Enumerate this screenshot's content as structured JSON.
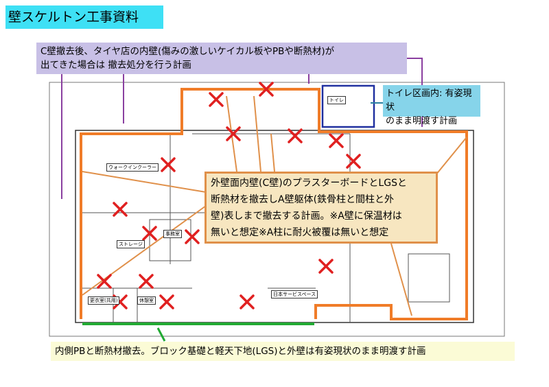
{
  "title": "壁スケルトン工事資料",
  "callouts": {
    "inner_wall_line1": "C壁撤去後、タイヤ店の内壁(傷みの激しいケイカル板やPBや断熱材)が",
    "inner_wall_line2": "出てきた場合は 撤去処分を行う計画",
    "toilet_line1": "トイレ区画内: 有姿現状",
    "toilet_line2": "のまま明渡す計画",
    "main_line1": "外壁面内壁(C壁)のプラスターボードとLGSと",
    "main_line2": "断熱材を撤去しA壁躯体(鉄骨柱と間柱と外",
    "main_line3": "壁)表しまで撤去する計画。※A壁に保温材は",
    "main_line4": "無いと想定※A柱に耐火被覆は無いと想定",
    "bottom": "内側PBと断熱材撤去。ブロック基礎と軽天下地(LGS)と外壁は有姿現状のまま明渡す計画"
  },
  "rooms": {
    "walkin": "ウォークインクーラー",
    "storage": "ストレージ",
    "office": "事務室",
    "locker": "更衣室(共用)",
    "rest": "休憩室",
    "service": "日本サービスペース",
    "toilet": "トイレ"
  },
  "colors": {
    "title_bg": "#3ee0f5",
    "purple": "#c8c0e6",
    "orange": "#f07c28",
    "green": "#22aa33",
    "red_x": "#e02020"
  }
}
